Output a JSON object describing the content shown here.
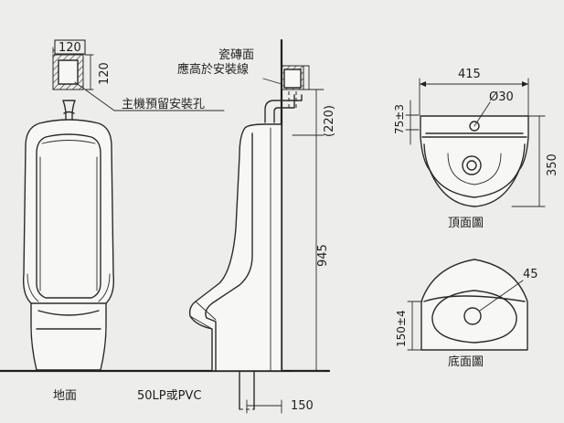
{
  "labels": {
    "box_width": "120",
    "box_height": "120",
    "host_hole": "主機預留安裝孔",
    "tile_face_1": "瓷磚面",
    "tile_face_2": "應高於安裝線",
    "dim_220": "(220)",
    "dim_945": "945",
    "floor": "地面",
    "drain_pipe": "50LP或PVC",
    "dim_150": "150",
    "dim_415": "415",
    "dim_75": "75±3",
    "dim_d30": "Ø30",
    "dim_350": "350",
    "top_view": "頂面圖",
    "dim_45": "45",
    "dim_150_4": "150±4",
    "bottom_view": "底面圖"
  },
  "colors": {
    "background": "#ededeb",
    "line": "#2b2b2b"
  }
}
